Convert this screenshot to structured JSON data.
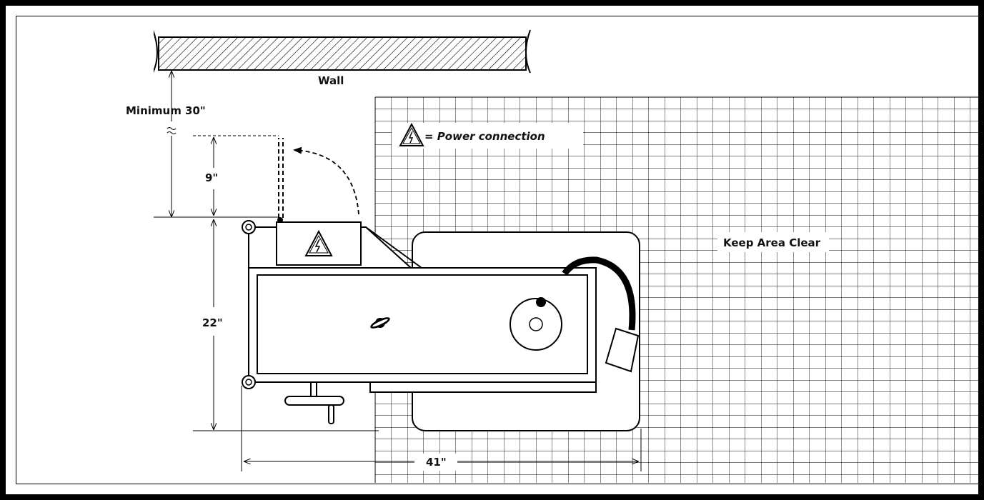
{
  "labels": {
    "wall": "Wall",
    "minimum_clearance": "Minimum 30\"",
    "door_swing": "9\"",
    "depth": "22\"",
    "width": "41\"",
    "power_legend": "= Power connection",
    "keep_clear": "Keep Area Clear"
  },
  "colors": {
    "line": "#000000",
    "background": "#ffffff"
  },
  "icons": {
    "power": "high-voltage-warning-icon",
    "logo": "planet-logo-icon"
  }
}
